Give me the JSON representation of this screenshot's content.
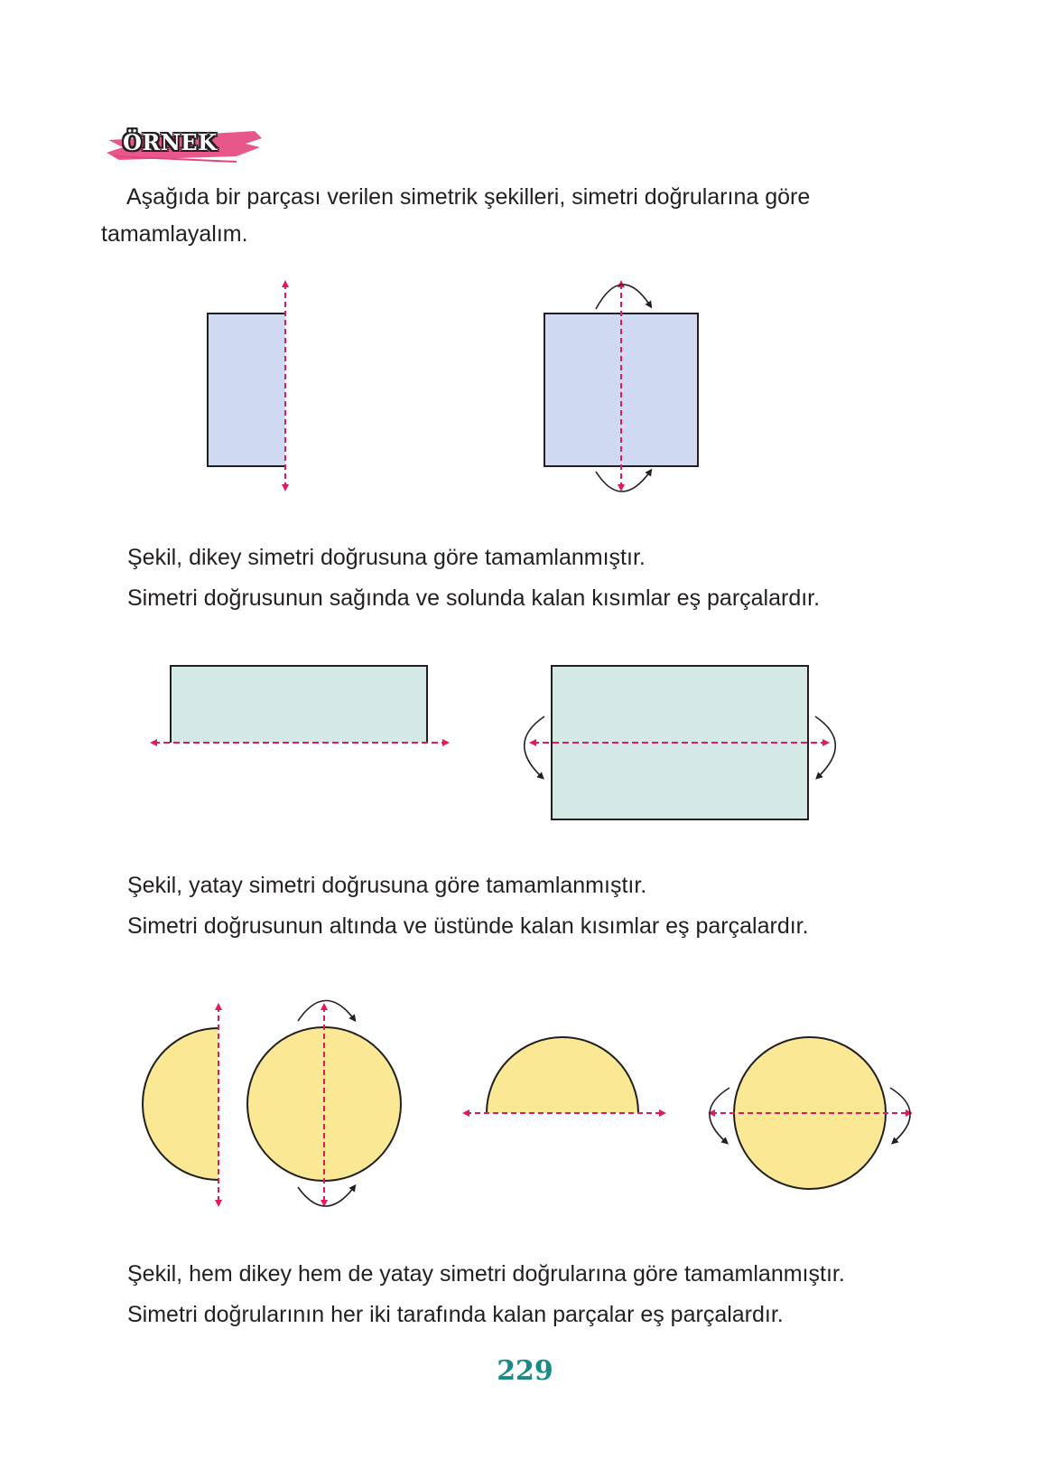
{
  "badge": {
    "label": "ÖRNEK",
    "color": "#e4457f"
  },
  "intro": "Aşağıda bir parçası verilen simetrik şekilleri, simetri doğrularına göre tamamlayalım.",
  "sections": [
    {
      "type": "vertical",
      "fill": "#cfdaf0",
      "lines": [
        "Şekil, dikey simetri doğrusuna göre tamamlanmıştır.",
        "Simetri doğrusunun sağında ve solunda kalan kısımlar eş parçalardır."
      ]
    },
    {
      "type": "horizontal",
      "fill": "#d4e9e6",
      "lines": [
        "Şekil, yatay simetri doğrusuna göre tamamlanmıştır.",
        "Simetri doğrusunun altında ve üstünde kalan kısımlar eş parçalardır."
      ]
    },
    {
      "type": "both",
      "fill": "#fbe894",
      "lines": [
        "Şekil, hem dikey hem de yatay simetri doğrularına göre tamamlanmıştır.",
        "Simetri doğrularının her iki tarafında kalan parçalar eş parçalardır."
      ]
    }
  ],
  "colors": {
    "symmetry_line": "#e2195f",
    "outline": "#231f20",
    "page_number": "#1a8a86"
  },
  "page_number": "229"
}
